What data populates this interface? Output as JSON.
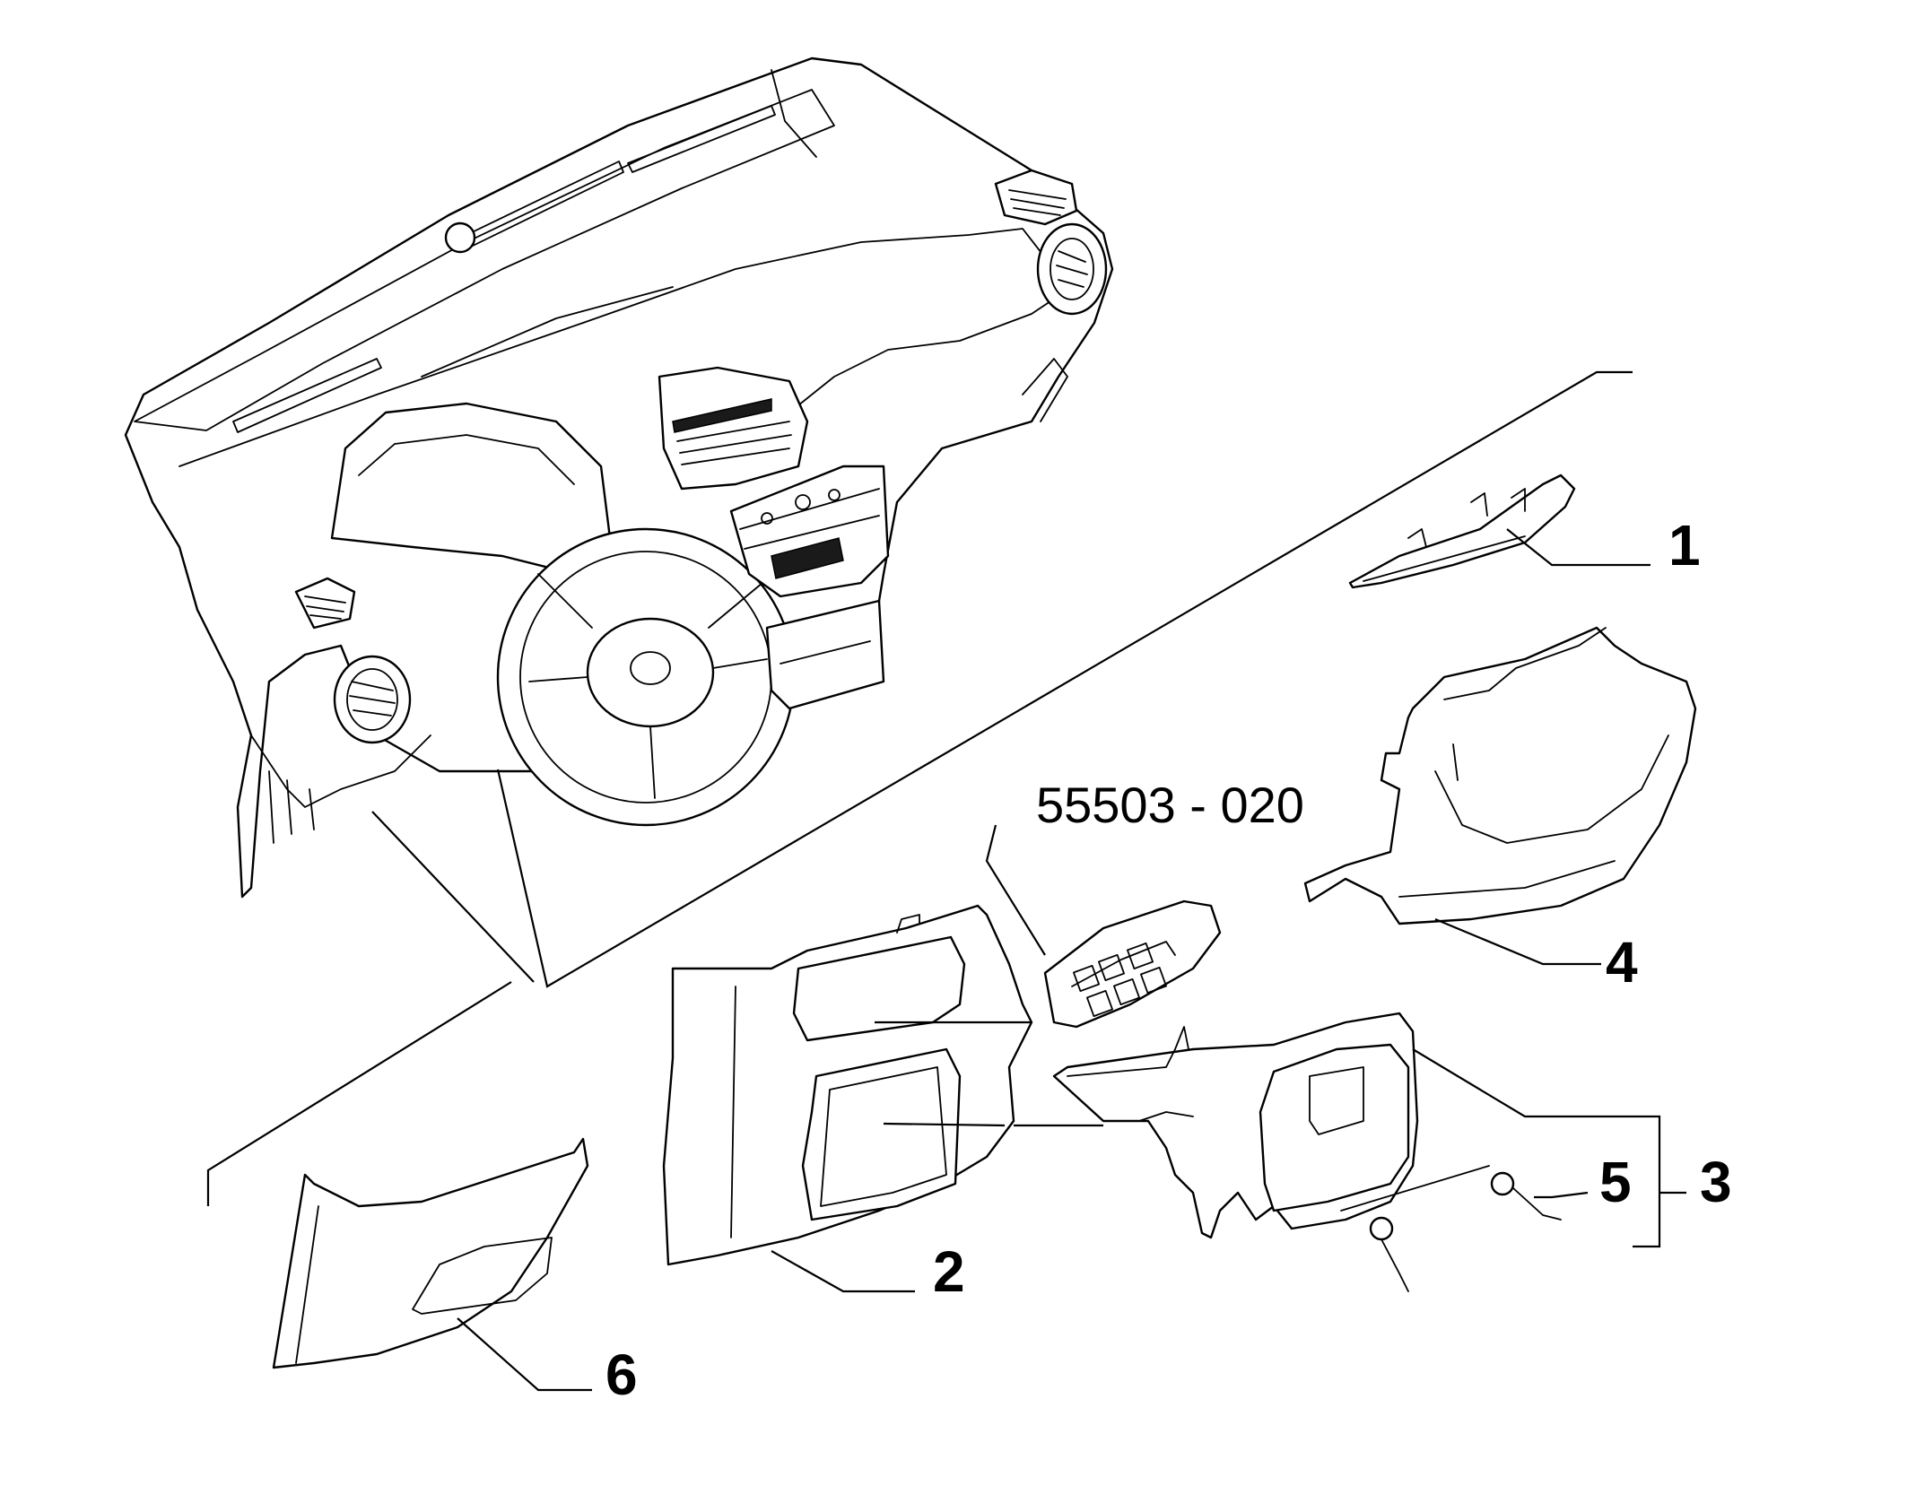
{
  "callouts": {
    "c1": "1",
    "c2": "2",
    "c3": "3",
    "c4": "4",
    "c5": "5",
    "c6": "6"
  },
  "part_number": "55503 - 020",
  "colors": {
    "line": "#000000",
    "background": "#ffffff"
  },
  "icons": {
    "dashboard": "dashboard-assembly-icon",
    "steering": "steering-wheel-icon"
  }
}
